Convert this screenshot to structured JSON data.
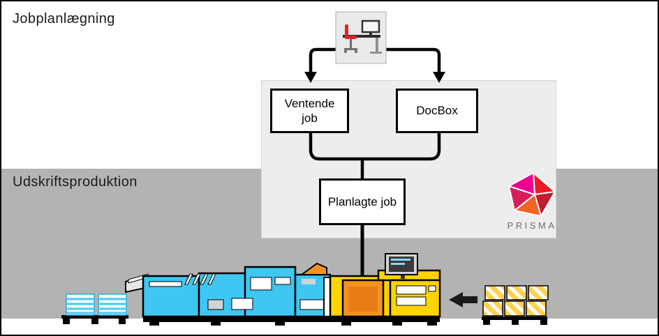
{
  "sections": {
    "planning_label": "Jobplanlægning",
    "production_label": "Udskriftsproduktion"
  },
  "flow": {
    "pending_jobs_label": "Ventende job",
    "docbox_label": "DocBox",
    "planned_jobs_label": "Planlagte job"
  },
  "branding": {
    "logo_text": "PRISMA"
  },
  "colors": {
    "production_band": "#b3b3b3",
    "panel": "#ededed",
    "printer_cyan": "#3fc6f3",
    "printer_yellow": "#ffd400",
    "printer_orange": "#f6921e",
    "chair_red": "#e02428",
    "logo_magenta": "#ec008c",
    "logo_red": "#ed1c24",
    "logo_dark_red": "#be1e2d",
    "logo_orange": "#f26522",
    "logo_crimson": "#d91c5c",
    "arrow_black": "#000000"
  },
  "icons": {
    "workstation": "workstation-icon",
    "printer": "printer-illustration",
    "paper_stack": "paper-stack-icon",
    "paper_pallet": "paper-pallet-icon",
    "feed_arrow": "feed-direction-arrow-icon",
    "logo_gem": "prisma-gem-icon"
  }
}
